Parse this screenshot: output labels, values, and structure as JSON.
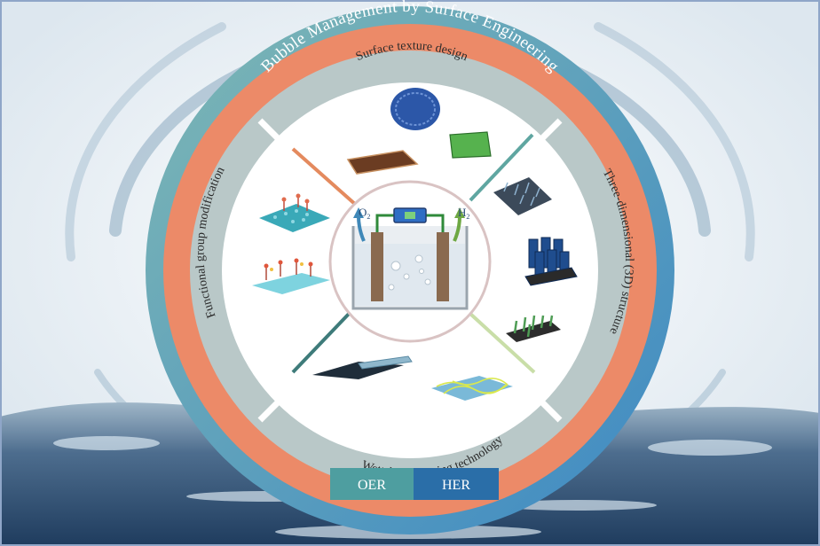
{
  "title": "Bubble Management by Surface Engineering",
  "quadrants": {
    "top": "Surface texture design",
    "right": "Three-dimensional (3D) structure",
    "bottom": "Wettability coating technology",
    "left": "Functional group modification"
  },
  "center": {
    "left_gas": "O",
    "left_gas_sub": "2",
    "right_gas": "H",
    "right_gas_sub": "2"
  },
  "bottom_labels": {
    "left": "OER",
    "right": "HER"
  },
  "colors": {
    "outer_ring": "#ec8a68",
    "gray_ring": "#b9c8c8",
    "oer": "#4e9ea0",
    "her": "#2a6ea8"
  }
}
